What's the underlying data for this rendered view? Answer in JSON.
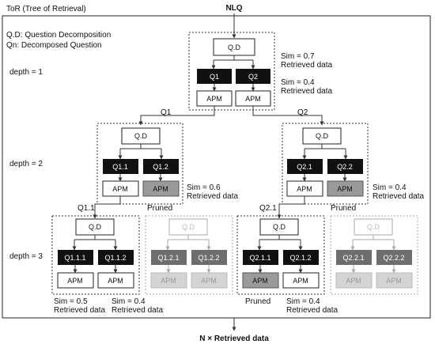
{
  "header": {
    "nlq": "NLQ",
    "title": "ToR (Tree of Retrieval)",
    "legend_qd": "Q.D: Question Decomposition",
    "legend_qn": "Qn: Decomposed Question"
  },
  "depths": {
    "d1": "depth = 1",
    "d2": "depth = 2",
    "d3": "depth = 3"
  },
  "labels": {
    "qd": "Q.D",
    "apm": "APM",
    "pruned": "Pruned",
    "retrieved": "Retrieved data"
  },
  "level1": {
    "q1": "Q1",
    "q2": "Q2",
    "sim1": "Sim = 0.7",
    "sim2": "Sim = 0.4"
  },
  "level2_left": {
    "edge": "Q1",
    "q1": "Q1.1",
    "q2": "Q1.2",
    "sim": "Sim = 0.6"
  },
  "level2_right": {
    "edge": "Q2",
    "q1": "Q2.1",
    "q2": "Q2.2",
    "sim": "Sim = 0.4"
  },
  "level3": {
    "edge_a": "Q1.1",
    "edge_c": "Q2.1",
    "a_q1": "Q1.1.1",
    "a_q2": "Q1.1.2",
    "b_q1": "Q1.2.1",
    "b_q2": "Q1.2.2",
    "c_q1": "Q2.1.1",
    "c_q2": "Q2.1.2",
    "d_q1": "Q2.2.1",
    "d_q2": "Q2.2.2",
    "sim_a1": "Sim = 0.5",
    "sim_a2": "Sim = 0.4",
    "sim_c2": "Sim = 0.4"
  },
  "footer": {
    "result": "N × Retrieved data"
  }
}
